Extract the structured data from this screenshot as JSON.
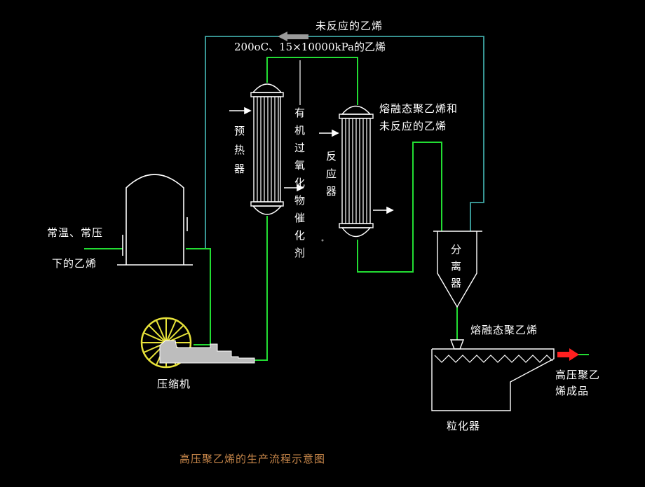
{
  "colors": {
    "background": "#000000",
    "ethylene_pipe": "#22dd33",
    "recycle_pipe": "#3fa7a4",
    "equipment_outline": "#ffffff",
    "compressor_wheel": "#e7e23a",
    "compressor_body": "#bdbdbd",
    "product_arrow": "#ff2020",
    "recycle_arrow": "#9a9a9a",
    "caption": "#c8874a"
  },
  "labels": {
    "unreacted_ethylene": "未反应的乙烯",
    "conditions": "200oC、15×10000kPa的乙烯",
    "feed_line_1": "常温、常压",
    "feed_line_2": "下的乙烯",
    "preheater": [
      "预",
      "热",
      "器"
    ],
    "catalyst": [
      "有",
      "机",
      "过",
      "氧",
      "化",
      "物",
      "催",
      "化",
      "剂"
    ],
    "reactor": [
      "反",
      "应",
      "器"
    ],
    "melt_and_unreacted_1": "熔融态聚乙烯和",
    "melt_and_unreacted_2": "未反应的乙烯",
    "separator": [
      "分",
      "离",
      "器"
    ],
    "molten_pe": "熔融态聚乙烯",
    "compressor": "压缩机",
    "product_1": "高压聚乙",
    "product_2": "烯成品",
    "granulator": "粒化器"
  },
  "caption": "高压聚乙烯的生产流程示意图",
  "icons": {
    "compressor": "compressor-icon",
    "heat_exchanger": "shell-tube-exchanger-icon",
    "separator": "cone-separator-icon",
    "granulator": "screw-granulator-icon",
    "tank": "storage-tank-icon"
  }
}
